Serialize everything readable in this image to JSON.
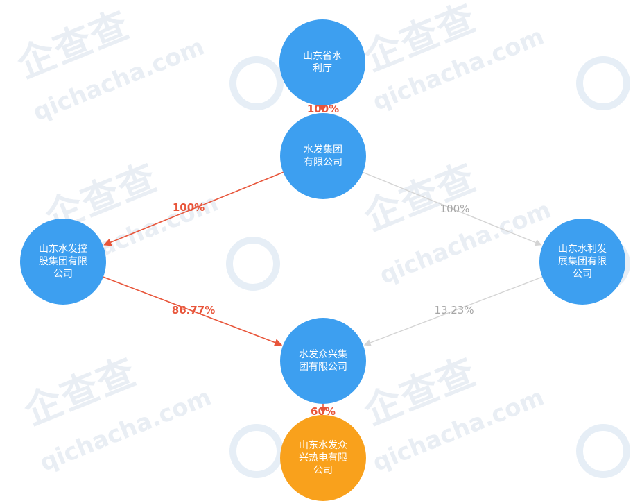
{
  "watermark": {
    "brand_cn": "企查查",
    "brand_en": "qichacha.com"
  },
  "nodes": [
    {
      "id": "n1",
      "label": "山东省水利厅",
      "color": "blue"
    },
    {
      "id": "n2",
      "label": "水发集团有限公司",
      "color": "blue"
    },
    {
      "id": "n3",
      "label": "山东水发控股集团有限公司",
      "color": "blue"
    },
    {
      "id": "n4",
      "label": "山东水利发展集团有限公司",
      "color": "blue"
    },
    {
      "id": "n5",
      "label": "水发众兴集团有限公司",
      "color": "blue"
    },
    {
      "id": "n6",
      "label": "山东水发众兴热电有限公司",
      "color": "orange"
    }
  ],
  "edges": [
    {
      "from": "n1",
      "to": "n2",
      "label": "100%",
      "style": "red"
    },
    {
      "from": "n2",
      "to": "n3",
      "label": "100%",
      "style": "red"
    },
    {
      "from": "n2",
      "to": "n4",
      "label": "100%",
      "style": "gray"
    },
    {
      "from": "n3",
      "to": "n5",
      "label": "86.77%",
      "style": "red"
    },
    {
      "from": "n4",
      "to": "n5",
      "label": "13.23%",
      "style": "gray"
    },
    {
      "from": "n5",
      "to": "n6",
      "label": "60%",
      "style": "red"
    }
  ],
  "colors": {
    "node_blue": "#3d9ff0",
    "node_orange": "#f9a11c",
    "edge_red": "#e8553a",
    "edge_gray": "#d4d4d4",
    "label_gray": "#a6a6a6"
  }
}
